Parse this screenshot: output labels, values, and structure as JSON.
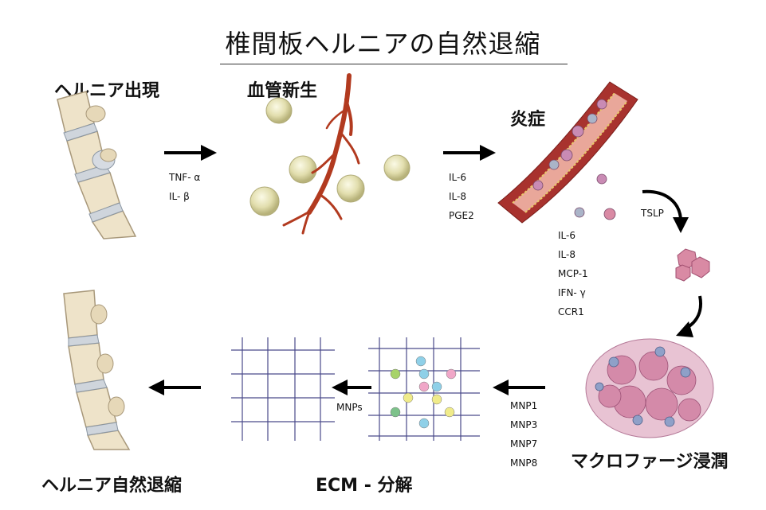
{
  "title": "椎間板ヘルニアの自然退縮",
  "stages": {
    "herniation": "ヘルニア出現",
    "angiogenesis": "血管新生",
    "inflammation": "炎症",
    "macrophage": "マクロファージ浸潤",
    "ecm": "ECM - 分解",
    "regression": "ヘルニア自然退縮"
  },
  "labels": {
    "arrow1": [
      "TNF- α",
      "IL- β"
    ],
    "arrow2": [
      "IL-6",
      "IL-8",
      "PGE2"
    ],
    "inflam_list": [
      "IL-6",
      "IL-8",
      "MCP-1",
      "IFN- γ",
      "CCR1"
    ],
    "tslp": "TSLP",
    "mnp_list": [
      "MNP1",
      "MNP3",
      "MNP7",
      "MNP8"
    ],
    "mnps": "MNPs"
  }
}
